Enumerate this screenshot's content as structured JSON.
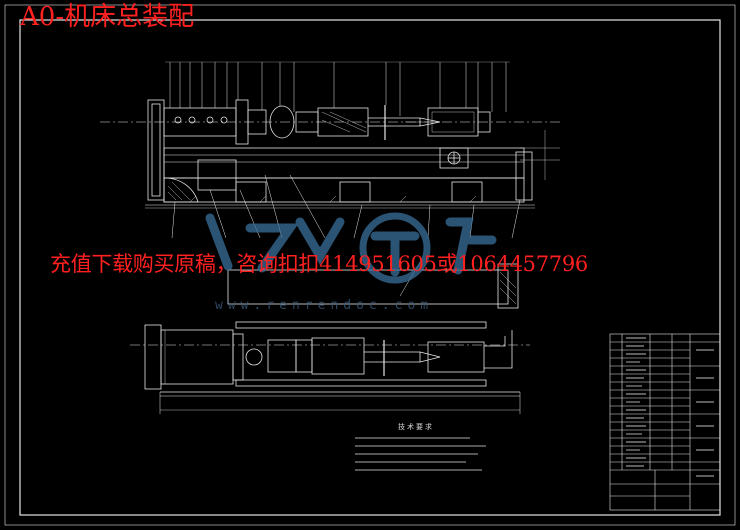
{
  "title": "A0-机床总装配",
  "banner": "充值下载购买原稿，咨询扣扣414951605或1064457796",
  "watermark_url": "www.renrendoc.com",
  "tech_notes_title": "技术要求",
  "colors": {
    "background": "#000000",
    "line": "#e6e6e6",
    "red_text": "#ff2020",
    "watermark": "#3a6f9a"
  }
}
